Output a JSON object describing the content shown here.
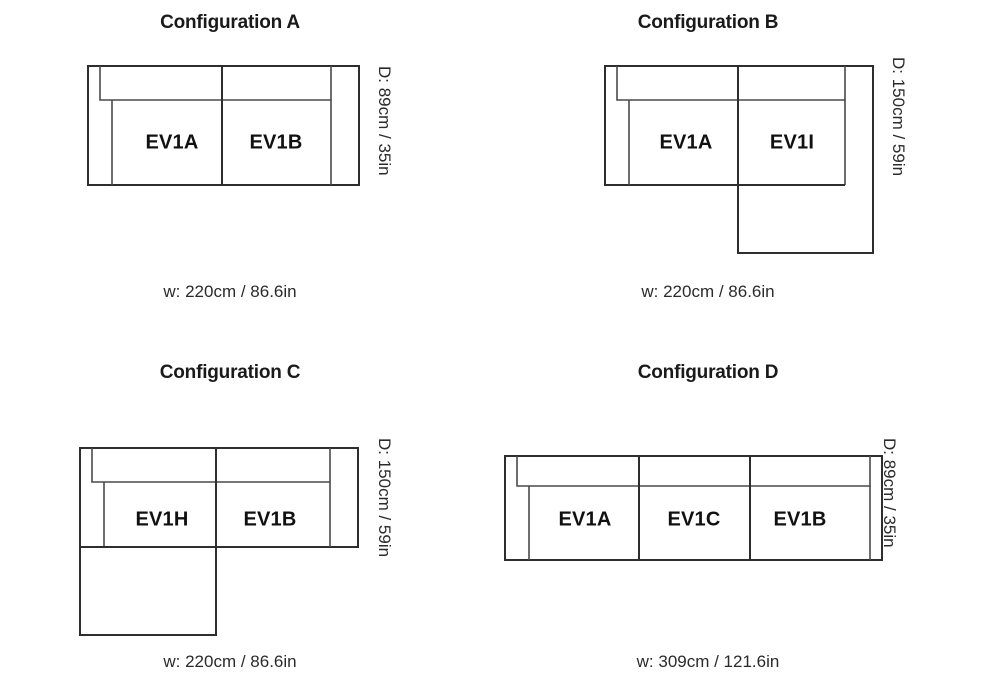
{
  "page": {
    "background": "#ffffff",
    "line_color": "#2e2e2e",
    "text_color": "#1a1a1a"
  },
  "configurations": [
    {
      "id": "a",
      "title": "Configuration A",
      "width_label": "w: 220cm / 86.6in",
      "depth_label": "D: 89cm / 35in",
      "width_cm": 220,
      "width_in": 86.6,
      "depth_cm": 89,
      "depth_in": 35,
      "modules": [
        {
          "code": "EV1A"
        },
        {
          "code": "EV1B"
        }
      ]
    },
    {
      "id": "b",
      "title": "Configuration B",
      "width_label": "w: 220cm / 86.6in",
      "depth_label": "D: 150cm / 59in",
      "width_cm": 220,
      "width_in": 86.6,
      "depth_cm": 150,
      "depth_in": 59,
      "modules": [
        {
          "code": "EV1A"
        },
        {
          "code": "EV1I"
        }
      ]
    },
    {
      "id": "c",
      "title": "Configuration C",
      "width_label": "w: 220cm / 86.6in",
      "depth_label": "D: 150cm / 59in",
      "width_cm": 220,
      "width_in": 86.6,
      "depth_cm": 150,
      "depth_in": 59,
      "modules": [
        {
          "code": "EV1H"
        },
        {
          "code": "EV1B"
        }
      ]
    },
    {
      "id": "d",
      "title": "Configuration D",
      "width_label": "w: 309cm / 121.6in",
      "depth_label": "D: 89cm / 35in",
      "width_cm": 309,
      "width_in": 121.6,
      "depth_cm": 89,
      "depth_in": 35,
      "modules": [
        {
          "code": "EV1A"
        },
        {
          "code": "EV1C"
        },
        {
          "code": "EV1B"
        }
      ]
    }
  ]
}
